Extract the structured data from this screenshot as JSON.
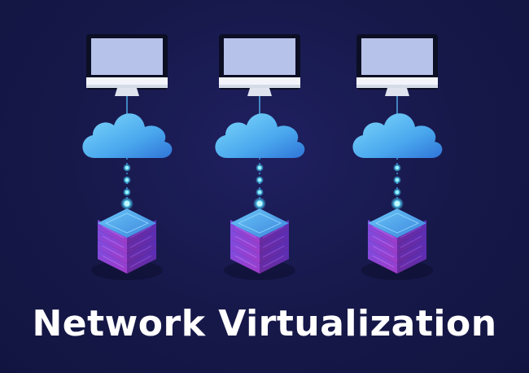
{
  "title": "Network Virtualization",
  "columns": [
    {
      "name": "left"
    },
    {
      "name": "center"
    },
    {
      "name": "right"
    }
  ],
  "colors": {
    "background": "#171a4d",
    "screen": "#b9c3e8",
    "monitor_frame": "#0d0f26",
    "cloud_light": "#6fd1f7",
    "cloud_dark": "#2f7fe0",
    "connector": "#5ee0ff",
    "server_top": "#5bb7f0",
    "server_body": "#8a3fd6",
    "title_text": "#ffffff"
  },
  "icons": [
    "monitor-icon",
    "cloud-icon",
    "server-stack-icon"
  ]
}
